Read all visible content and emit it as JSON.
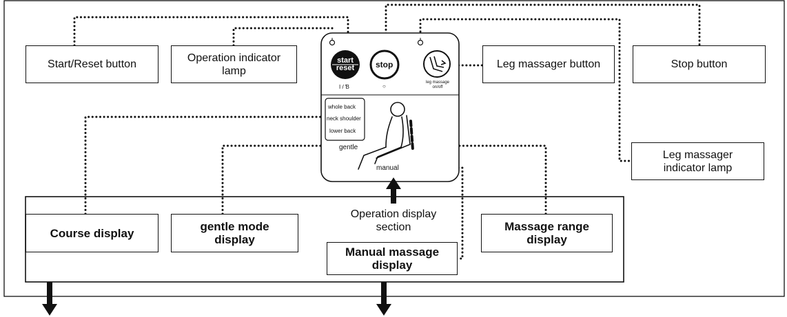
{
  "labels": {
    "start_reset_button": "Start/Reset button",
    "operation_indicator_lamp": "Operation indicator\nlamp",
    "leg_massager_button": "Leg massager button",
    "stop_button": "Stop button",
    "leg_massager_indicator_lamp": "Leg massager\nindicator lamp",
    "operation_display_section": "Operation display\nsection",
    "course_display": "Course display",
    "gentle_mode_display": "gentle mode\ndisplay",
    "manual_massage_display": "Manual massage\ndisplay",
    "massage_range_display": "Massage range\ndisplay"
  },
  "panel": {
    "start_button": "start\nreset",
    "start_caption": "I / Ɓ",
    "stop_button": "stop",
    "stop_caption": "○",
    "leg_caption": "leg massage\non/off",
    "courses": [
      "whole back",
      "neck shoulder",
      "lower back"
    ],
    "gentle": "gentle",
    "manual": "manual"
  },
  "icons": [
    "lamp-icon",
    "leg-massage-icon",
    "seated-person-icon",
    "arrow-up-icon",
    "arrow-down-icon"
  ]
}
